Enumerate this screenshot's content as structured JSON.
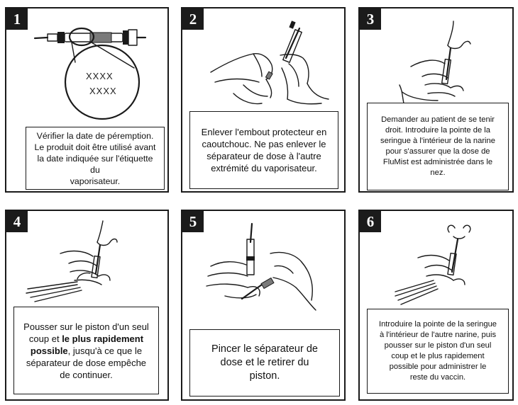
{
  "steps": [
    {
      "num": "1",
      "caption_lines": [
        "Vérifier la date de péremption.",
        "Le produit doit être utilisé avant",
        "la date indiquée sur l'étiquette du",
        "vaporisateur."
      ],
      "label_lines": [
        "XXXX",
        "XXXX"
      ]
    },
    {
      "num": "2",
      "caption_lines": [
        "Enlever l'embout protecteur en",
        "caoutchouc. Ne pas enlever le",
        "séparateur de dose à l'autre",
        "extrémité du vaporisateur."
      ]
    },
    {
      "num": "3",
      "caption_lines": [
        "Demander au patient de se tenir",
        "droit. Introduire la pointe de la",
        "seringue à l'intérieur de la narine",
        "pour s'assurer que la dose de",
        "FluMist est administrée dans le",
        "nez."
      ]
    },
    {
      "num": "4",
      "caption_parts": [
        "Pousser sur le piston d'un seul",
        "coup et ",
        "le plus rapidement",
        "possible",
        ", jusqu'à ce que le",
        "séparateur de dose empêche",
        "de continuer."
      ]
    },
    {
      "num": "5",
      "caption_lines": [
        "Pincer le séparateur de",
        "dose et le retirer du",
        "piston."
      ]
    },
    {
      "num": "6",
      "caption_lines": [
        "Introduire la pointe de la seringue",
        "à l'intérieur de l'autre narine, puis",
        "pousser sur le piston d'un seul",
        "coup et le plus rapidement",
        "possible pour administrer le",
        "reste du vaccin."
      ]
    }
  ]
}
